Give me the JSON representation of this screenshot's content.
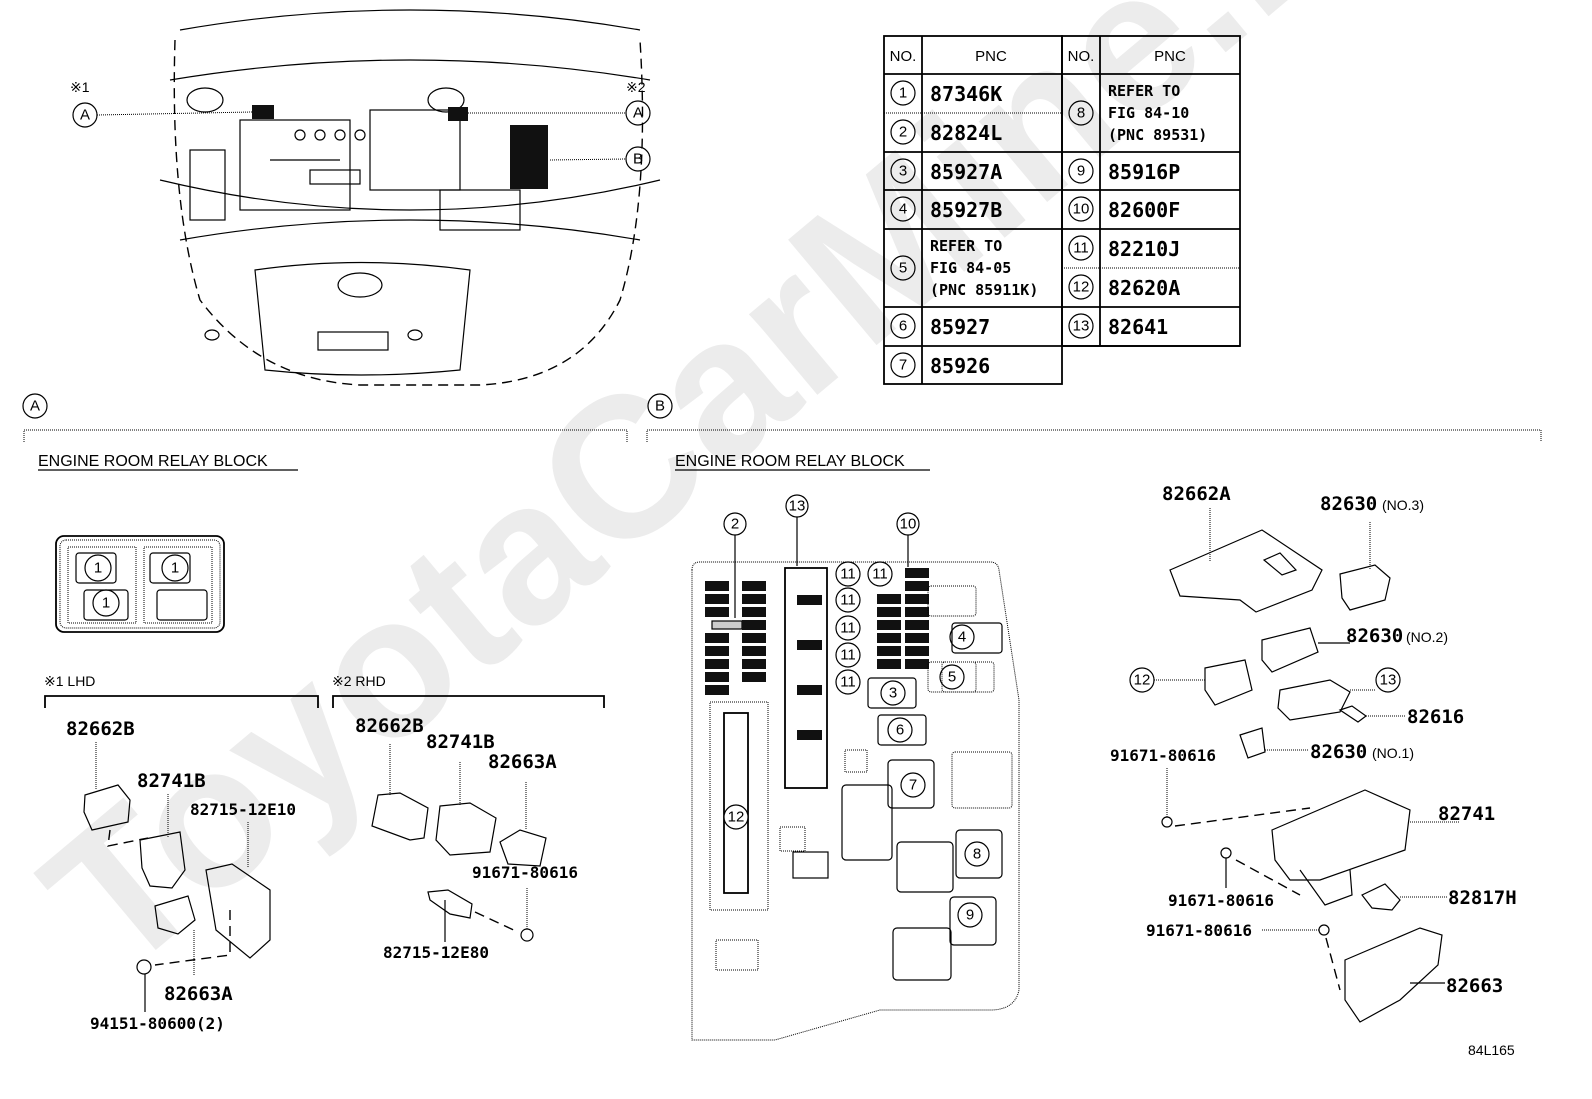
{
  "figure_code": "84L165",
  "watermark": "ToyotaCarMine.ru",
  "overview": {
    "callouts": [
      {
        "letter": "A",
        "note": "※1"
      },
      {
        "letter": "A",
        "note": "※2"
      },
      {
        "letter": "B",
        "note": ""
      }
    ]
  },
  "pnc_table": {
    "headers": {
      "no": "NO.",
      "pnc": "PNC"
    },
    "left": [
      {
        "no": "1",
        "pnc": "87346K"
      },
      {
        "no": "2",
        "pnc": "82824L"
      },
      {
        "no": "3",
        "pnc": "85927A"
      },
      {
        "no": "4",
        "pnc": "85927B"
      },
      {
        "no": "5",
        "pnc_lines": [
          "REFER TO",
          "FIG 84-05",
          "(PNC 85911K)"
        ]
      },
      {
        "no": "6",
        "pnc": "85927"
      },
      {
        "no": "7",
        "pnc": "85926"
      }
    ],
    "right": [
      {
        "no": "8",
        "pnc_lines": [
          "REFER TO",
          "FIG 84-10",
          "(PNC 89531)"
        ]
      },
      {
        "no": "9",
        "pnc": "85916P"
      },
      {
        "no": "10",
        "pnc": "82600F"
      },
      {
        "no": "11",
        "pnc": "82210J"
      },
      {
        "no": "12",
        "pnc": "82620A"
      },
      {
        "no": "13",
        "pnc": "82641"
      }
    ]
  },
  "section_a": {
    "letter": "A",
    "title": "ENGINE ROOM RELAY BLOCK",
    "relay_block_markers": [
      "1",
      "1",
      "1"
    ],
    "lhd": {
      "label": "※1 LHD",
      "parts": [
        "82662B",
        "82741B",
        "82715-12E10",
        "82663A",
        "94151-80600(2)"
      ]
    },
    "rhd": {
      "label": "※2 RHD",
      "parts": [
        "82662B",
        "82741B",
        "82663A",
        "91671-80616",
        "82715-12E80"
      ]
    }
  },
  "section_b": {
    "letter": "B",
    "title": "ENGINE ROOM RELAY BLOCK",
    "block_markers": [
      "2",
      "13",
      "10",
      "11",
      "11",
      "11",
      "11",
      "11",
      "11",
      "4",
      "5",
      "3",
      "6",
      "7",
      "8",
      "9",
      "12"
    ],
    "parts": {
      "cover": "82662A",
      "no3": {
        "pnc": "82630",
        "suffix": "(NO.3)"
      },
      "no2": {
        "pnc": "82630",
        "suffix": "(NO.2)"
      },
      "no1": {
        "pnc": "82630",
        "suffix": "(NO.1)"
      },
      "ref12": "12",
      "ref13": "13",
      "clip": "82616",
      "bolt1": "91671-80616",
      "bolt2": "91671-80616",
      "bolt3": "91671-80616",
      "body": "82741",
      "bracket": "82817H",
      "lower_case": "82663"
    }
  }
}
